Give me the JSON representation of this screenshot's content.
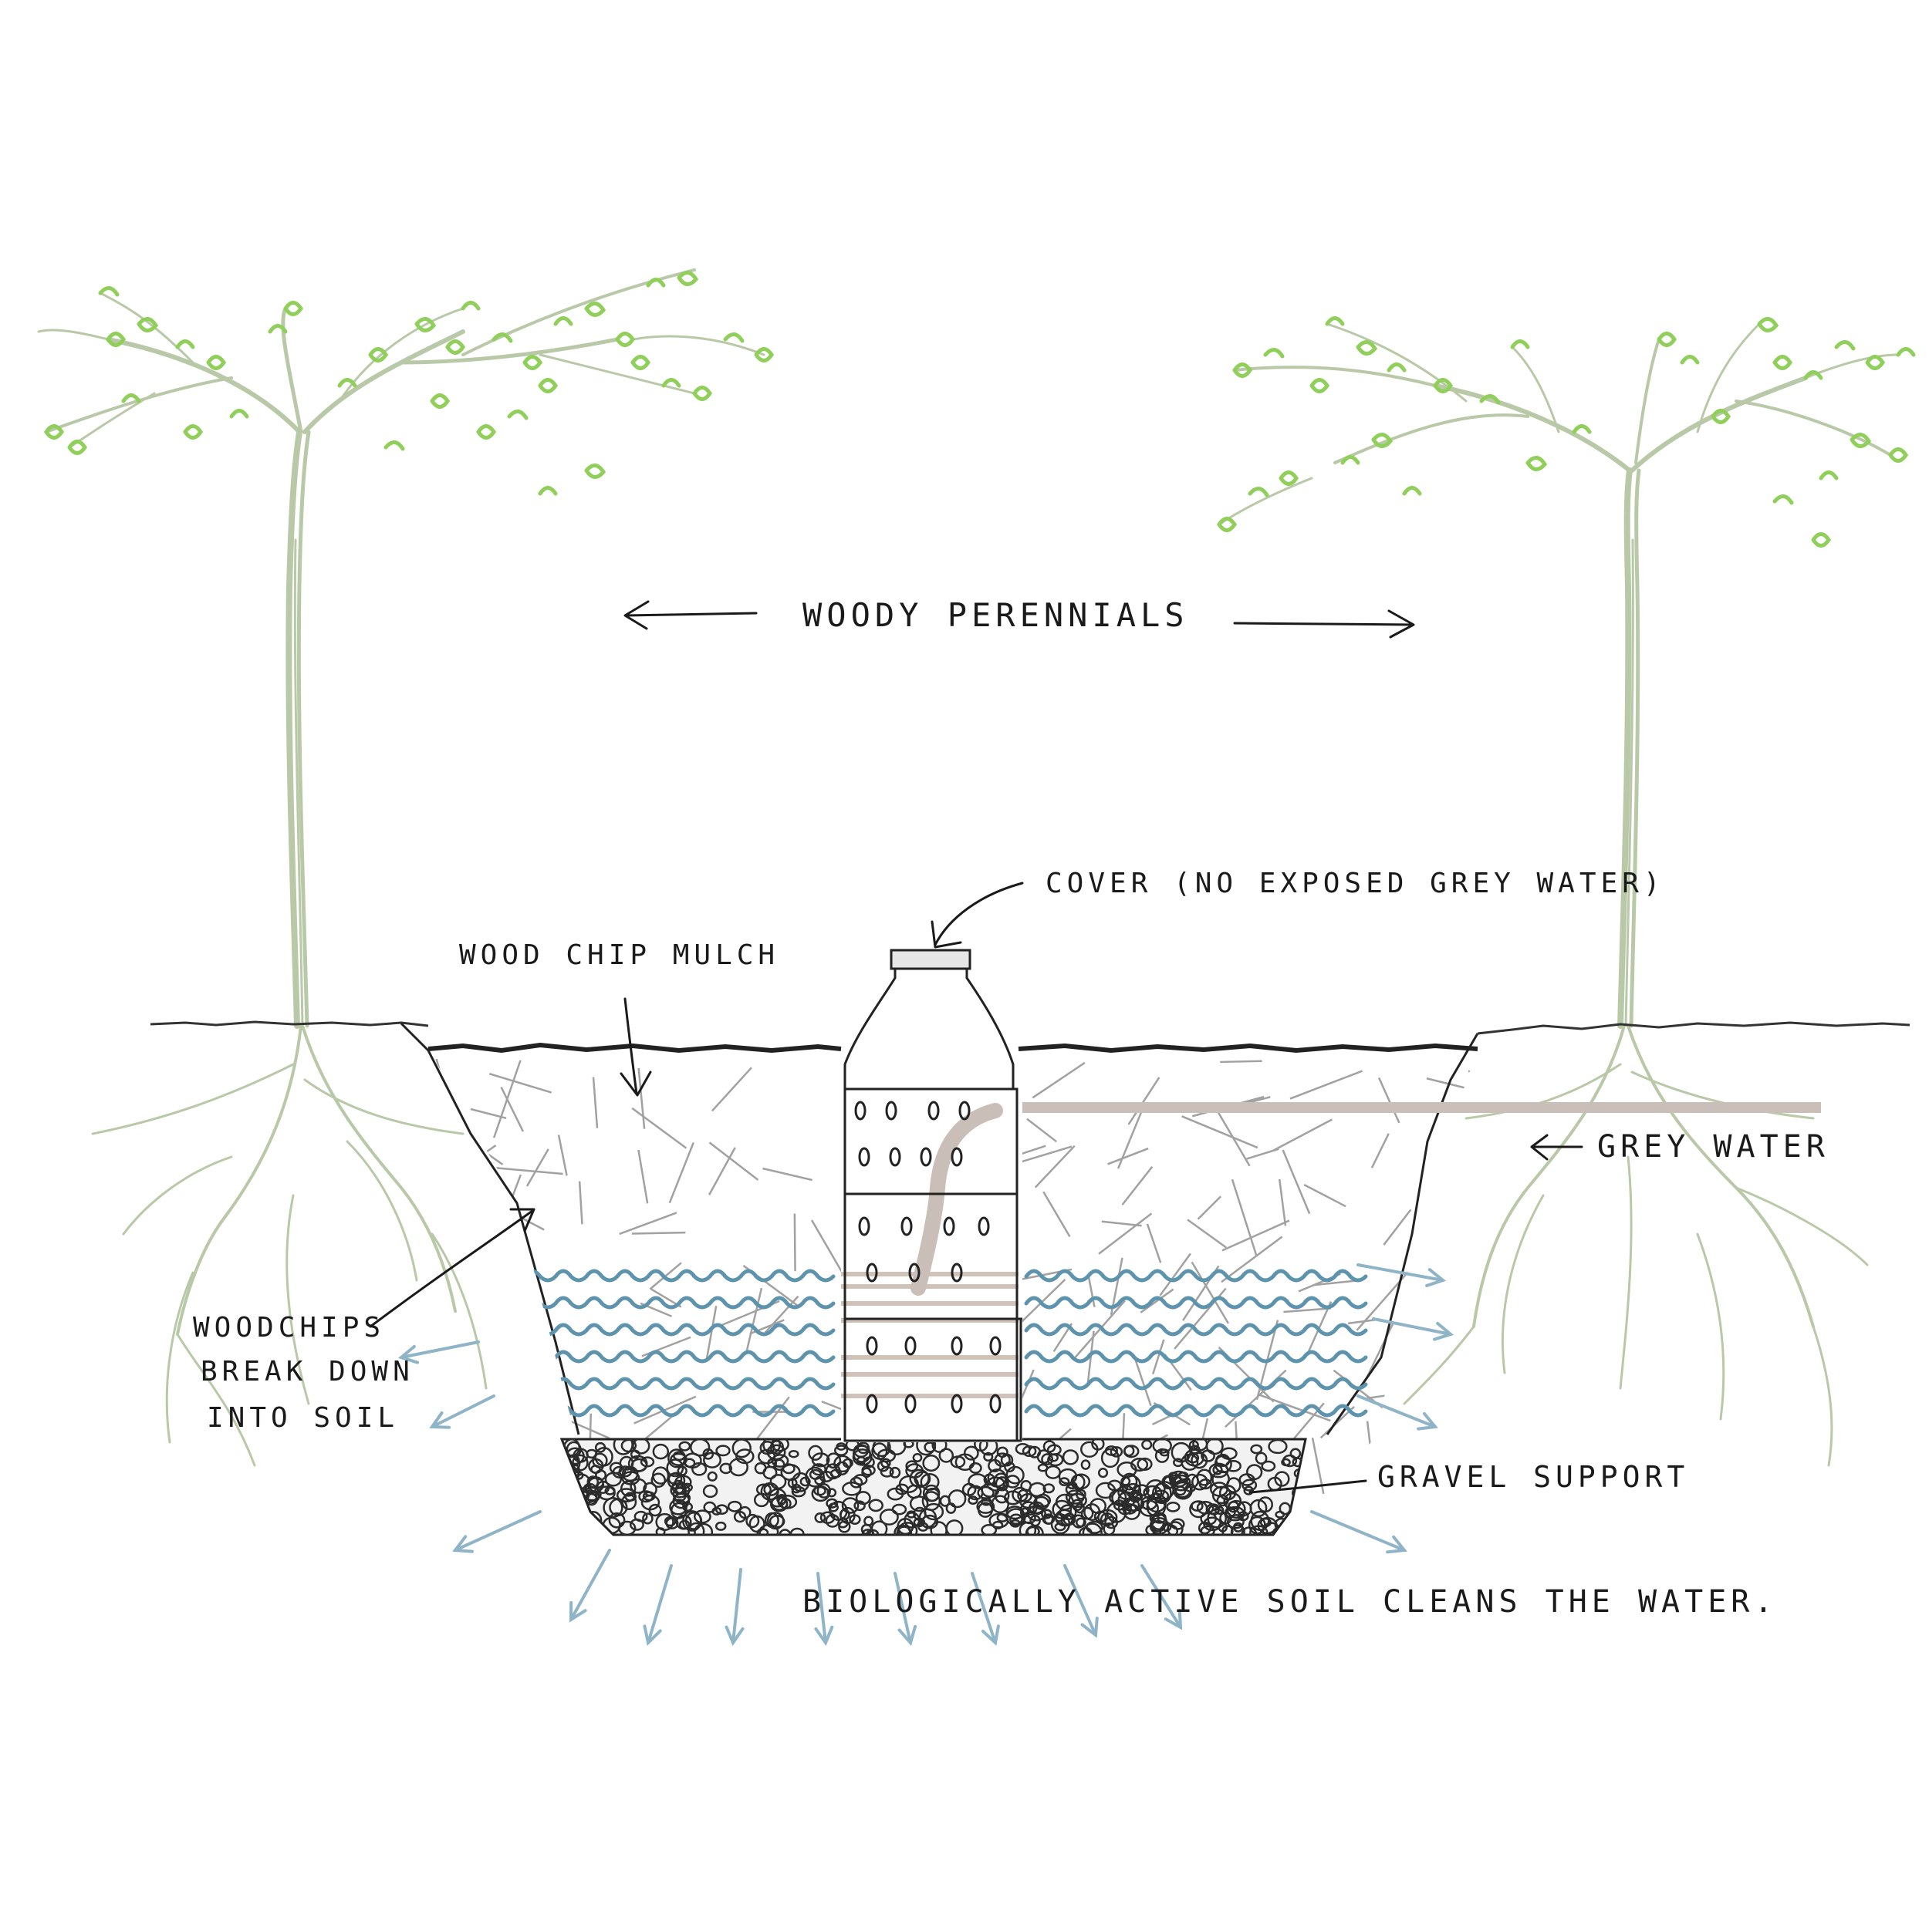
{
  "labels": {
    "woody_perennials": "WOODY PERENNIALS",
    "cover": "COVER (NO EXPOSED GREY WATER)",
    "woodchip_mulch": "WOOD CHIP MULCH",
    "grey_water": "GREY WATER",
    "woodchips_line1": "WOODCHIPS",
    "woodchips_line2": "BREAK DOWN",
    "woodchips_line3": "INTO SOIL",
    "gravel_support": "GRAVEL SUPPORT",
    "biological": "BIOLOGICALLY ACTIVE SOIL CLEANS THE WATER."
  },
  "colors": {
    "ink": "#1a1a1a",
    "pencil": "#444444",
    "trunk": "#b9c9a8",
    "leaf": "#8fcf5a",
    "water": "#5d93ad",
    "seep": "#8fb4c8",
    "pipe": "#c9bfb8",
    "gravel": "#2b2b2b"
  },
  "icons": {
    "tree_left": "tree-icon",
    "tree_right": "tree-icon",
    "bottle": "perforated-bottle-icon"
  }
}
